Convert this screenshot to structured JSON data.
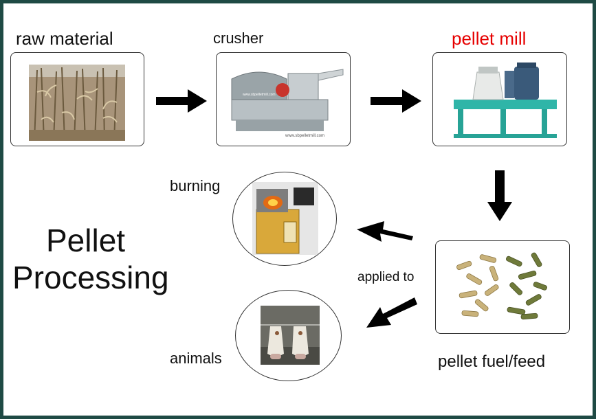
{
  "title_line1": "Pellet",
  "title_line2": "Processing",
  "steps": {
    "raw_material": "raw material",
    "crusher": "crusher",
    "pellet_mill": "pellet mill",
    "pellet_fuel_feed": "pellet fuel/feed"
  },
  "uses": {
    "applied_to": "applied to",
    "burning": "burning",
    "animals": "animals"
  },
  "watermarks": [
    "www.sbpelletmill.com",
    "www.sbpelletmill.com"
  ],
  "colors": {
    "border": "#1f4a44",
    "highlight": "#e60000",
    "text": "#111111",
    "arrow": "#000000",
    "machine_teal": "#2fb5a8"
  },
  "icons": [
    "arrow-right-icon",
    "arrow-down-icon",
    "arrow-left-icon"
  ]
}
